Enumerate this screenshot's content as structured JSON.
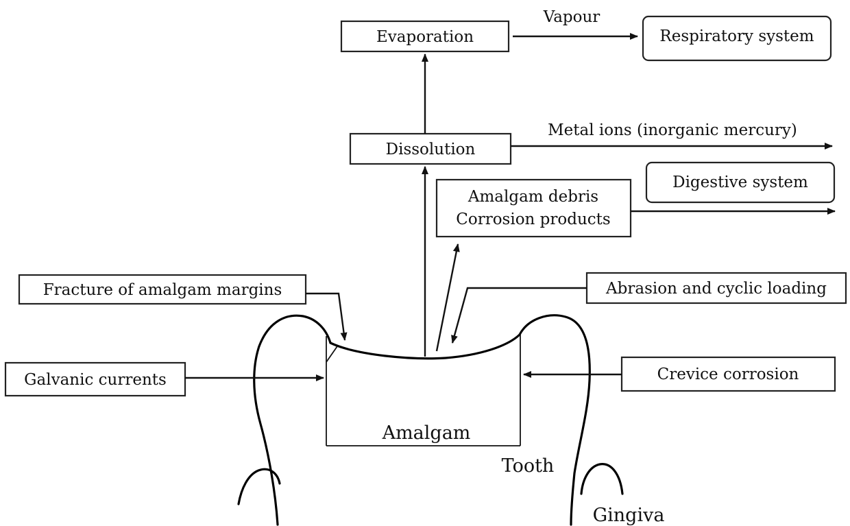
{
  "boxes": {
    "evaporation": "Evaporation",
    "respiratory_system": "Respiratory system",
    "dissolution": "Dissolution",
    "digestive_system": "Digestive system",
    "debris_line1": "Amalgam debris",
    "debris_line2": "Corrosion products",
    "fracture": "Fracture of amalgam margins",
    "abrasion": "Abrasion and cyclic loading",
    "galvanic": "Galvanic currents",
    "crevice": "Crevice corrosion"
  },
  "labels": {
    "vapour": "Vapour",
    "metal_ions": "Metal ions (inorganic mercury)",
    "amalgam": "Amalgam",
    "tooth": "Tooth",
    "gingiva": "Gingiva"
  },
  "colors": {
    "ink": "#111111",
    "box_border": "#222222",
    "background": "#ffffff"
  }
}
